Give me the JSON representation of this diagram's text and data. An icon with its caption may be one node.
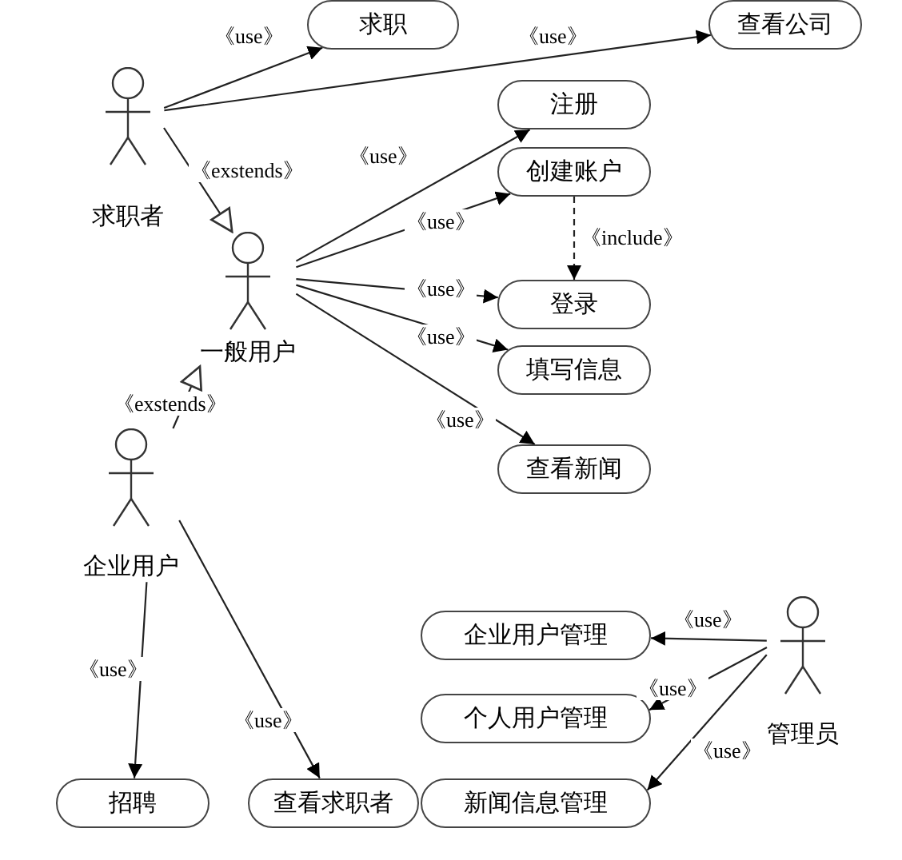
{
  "diagram": {
    "nodes": [
      {
        "text": [
          "求职者"
        ]
      },
      {
        "text": [
          "求职"
        ]
      },
      {
        "text": [
          "查看公司"
        ]
      },
      {
        "text": [
          "一般用户"
        ]
      },
      {
        "text": [
          "注册"
        ]
      },
      {
        "text": [
          "创建账户"
        ]
      },
      {
        "text": [
          "登录"
        ]
      },
      {
        "text": [
          "填写信息"
        ]
      },
      {
        "text": [
          "查看新闻"
        ]
      },
      {
        "text": [
          "企业用户"
        ]
      },
      {
        "text": [
          "企业用户管理"
        ]
      },
      {
        "text": [
          "个人用户管理"
        ]
      },
      {
        "text": [
          "管理员"
        ]
      },
      {
        "text": [
          "招聘"
        ]
      },
      {
        "text": [
          "查看求职者"
        ]
      },
      {
        "text": [
          "新闻信息管理"
        ]
      }
    ],
    "edges": [
      {
        "from": 0,
        "to": 1,
        "arrow": "to",
        "label": "《use》"
      },
      {
        "from": 0,
        "to": 2,
        "arrow": "to",
        "label": "《use》"
      },
      {
        "from": 0,
        "to": 3,
        "arrow": "to",
        "label": "《exstends》"
      },
      {
        "from": 3,
        "to": 4,
        "arrow": "to",
        "label": "《use》"
      },
      {
        "from": 3,
        "to": 5,
        "arrow": "to",
        "label": "《use》"
      },
      {
        "from": 3,
        "to": 6,
        "arrow": "to",
        "label": "《use》"
      },
      {
        "from": 3,
        "to": 7,
        "arrow": "to",
        "label": "《use》"
      },
      {
        "from": 3,
        "to": 8,
        "arrow": "to",
        "label": "《use》"
      },
      {
        "from": 5,
        "to": 6,
        "arrow": "to",
        "label": "《include》",
        "style": "dashed"
      },
      {
        "from": 9,
        "to": 3,
        "arrow": "to",
        "label": "《exstends》"
      },
      {
        "from": 9,
        "to": 13,
        "arrow": "to",
        "label": "《use》"
      },
      {
        "from": 9,
        "to": 14,
        "arrow": "to",
        "label": "《use》"
      },
      {
        "from": 12,
        "to": 10,
        "arrow": "to",
        "label": "《use》"
      },
      {
        "from": 12,
        "to": 11,
        "arrow": "to",
        "label": "《use》"
      },
      {
        "from": 12,
        "to": 15,
        "arrow": "to",
        "label": "《use》"
      }
    ]
  }
}
